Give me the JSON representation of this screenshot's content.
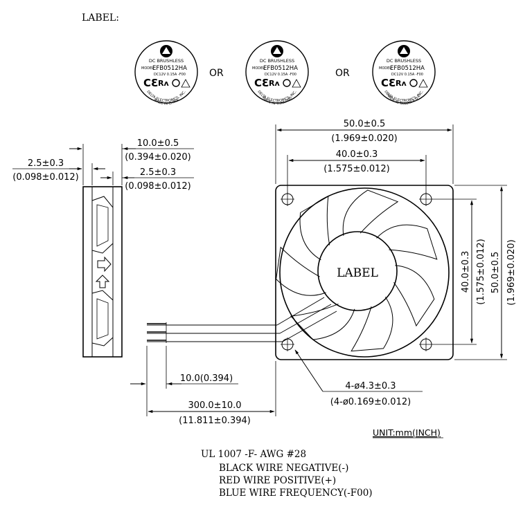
{
  "label_section": {
    "heading": "LABEL:",
    "or_text": "OR",
    "labels": [
      {
        "line1": "DC BRUSHLESS",
        "model_label": "MODEL",
        "model": "EFB0512HA",
        "rating": "DC12V  0.15A  -F00",
        "company": "DELTA ELECTRONICS, INC.",
        "origin": "MADE IN CHINA"
      },
      {
        "line1": "DC BRUSHLESS",
        "model_label": "MODEL",
        "model": "EFB0512HA",
        "rating": "DC12V  0.15A  -F00",
        "company": "DELTA ELECTRONICS, INC.",
        "origin": "MADE IN THAILAND"
      },
      {
        "line1": "DC BRUSHLESS",
        "model_label": "MODEL",
        "model": "EFB0512HA",
        "rating": "DC12V  0.15A  -F00",
        "company": "DELTA ELECTRONICS, INC.",
        "origin": "MADE IN TAIWAN R.O.C."
      }
    ]
  },
  "dimensions": {
    "overall_width_mm": "50.0±0.5",
    "overall_width_in": "(1.969±0.020)",
    "hole_pitch_mm": "40.0±0.3",
    "hole_pitch_in": "(1.575±0.012)",
    "overall_height_mm": "50.0±0.5",
    "overall_height_in": "(1.969±0.020)",
    "vertical_pitch_mm": "40.0±0.3",
    "vertical_pitch_in": "(1.575±0.012)",
    "thickness_mm": "10.0±0.5",
    "thickness_in": "(0.394±0.020)",
    "flange_left_mm": "2.5±0.3",
    "flange_left_in": "(0.098±0.012)",
    "flange_right_mm": "2.5±0.3",
    "flange_right_in": "(0.098±0.012)",
    "strip_length": "10.0(0.394)",
    "lead_length_mm": "300.0±10.0",
    "lead_length_in": "(11.811±0.394)",
    "holes_mm": "4-ø4.3±0.3",
    "holes_in": "(4-ø0.169±0.012)"
  },
  "hub_label": "LABEL",
  "unit_note": "UNIT:mm(INCH)",
  "wiring": {
    "spec": "UL 1007 -F- AWG #28",
    "lines": [
      "BLACK WIRE NEGATIVE(-)",
      "RED WIRE POSITIVE(+)",
      "BLUE WIRE FREQUENCY(-F00)"
    ]
  }
}
